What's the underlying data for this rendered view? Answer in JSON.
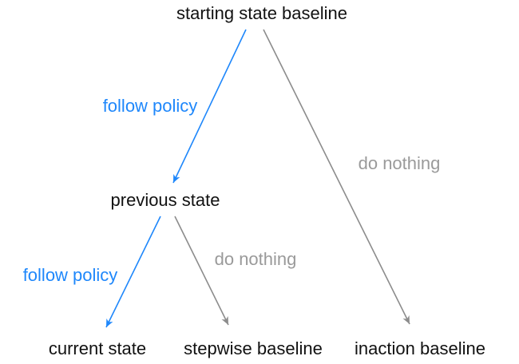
{
  "colors": {
    "policy_blue": "#1e87fb",
    "neutral_gray": "#8c8c8c",
    "edge_label_gray": "#9a9a9a",
    "node_text": "#111111",
    "background": "#ffffff"
  },
  "diagram": {
    "nodes": [
      {
        "id": "starting-state-baseline",
        "label": "starting state baseline"
      },
      {
        "id": "previous-state",
        "label": "previous state"
      },
      {
        "id": "current-state",
        "label": "current state"
      },
      {
        "id": "stepwise-baseline",
        "label": "stepwise baseline"
      },
      {
        "id": "inaction-baseline",
        "label": "inaction baseline"
      }
    ],
    "edges": [
      {
        "from": "starting-state-baseline",
        "to": "previous-state",
        "label": "follow policy",
        "style": "policy"
      },
      {
        "from": "starting-state-baseline",
        "to": "inaction-baseline",
        "label": "do nothing",
        "style": "neutral"
      },
      {
        "from": "previous-state",
        "to": "current-state",
        "label": "follow policy",
        "style": "policy"
      },
      {
        "from": "previous-state",
        "to": "stepwise-baseline",
        "label": "do nothing",
        "style": "neutral"
      }
    ]
  }
}
